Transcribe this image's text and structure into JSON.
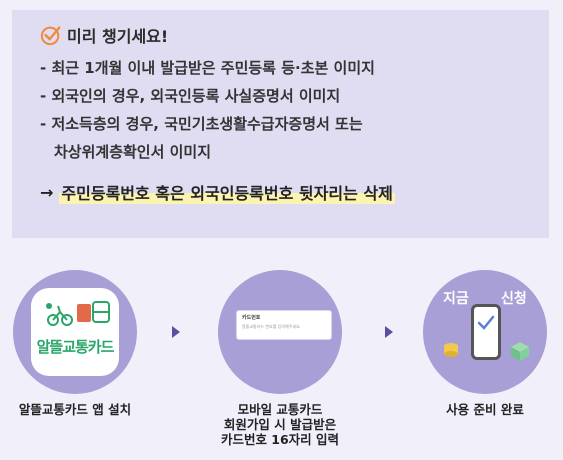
{
  "checklist": {
    "title": "미리 챙기세요!",
    "items": [
      "- 최근 1개월 이내 발급받은 주민등록 등·초본 이미지",
      "- 외국인의 경우, 외국인등록 사실증명서 이미지",
      "- 저소득층의 경우, 국민기초생활수급자증명서 또는"
    ],
    "item_continuation": "차상위계층확인서 이미지",
    "note_arrow": "→",
    "note": "주민등록번호 혹은 외국인등록번호 뒷자리는 삭제"
  },
  "steps": [
    {
      "label": "알뜰교통카드 앱 설치",
      "app_name": "알뜰교통카드"
    },
    {
      "label_lines": [
        "모바일 교통카드",
        "회원가입 시 발급받은",
        "카드번호 16자리 입력"
      ],
      "input_label": "카드번호",
      "input_placeholder": "알뜰교통카드 번호를 입력해주세요."
    },
    {
      "label": "사용 준비 완료",
      "badge_left": "지금",
      "badge_right": "신청"
    }
  ],
  "colors": {
    "background": "#f1eff9",
    "box": "#e0dcf2",
    "circle": "#a79fd6",
    "check": "#f08a3c",
    "highlight": "#fbf3b0",
    "arrow": "#5b4fa3"
  }
}
